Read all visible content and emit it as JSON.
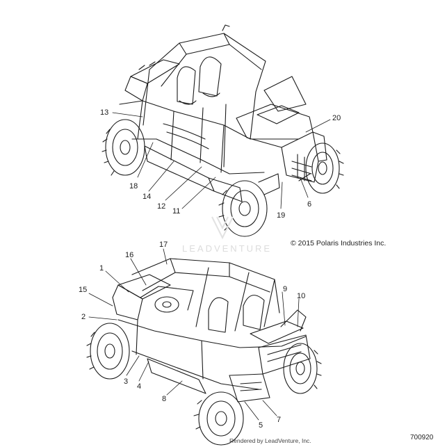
{
  "callouts_top": [
    {
      "id": "13",
      "label": "13"
    },
    {
      "id": "20",
      "label": "20"
    },
    {
      "id": "18",
      "label": "18"
    },
    {
      "id": "14",
      "label": "14"
    },
    {
      "id": "12",
      "label": "12"
    },
    {
      "id": "11",
      "label": "11"
    },
    {
      "id": "19",
      "label": "19"
    },
    {
      "id": "6",
      "label": "6"
    }
  ],
  "callouts_bottom": [
    {
      "id": "17",
      "label": "17"
    },
    {
      "id": "16",
      "label": "16"
    },
    {
      "id": "1",
      "label": "1"
    },
    {
      "id": "15",
      "label": "15"
    },
    {
      "id": "2",
      "label": "2"
    },
    {
      "id": "9",
      "label": "9"
    },
    {
      "id": "10",
      "label": "10"
    },
    {
      "id": "3",
      "label": "3"
    },
    {
      "id": "4",
      "label": "4"
    },
    {
      "id": "8",
      "label": "8"
    },
    {
      "id": "5",
      "label": "5"
    },
    {
      "id": "7",
      "label": "7"
    }
  ],
  "copyright": "© 2015 Polaris Industries Inc.",
  "watermark": "LEADVENTURE",
  "document_number": "700920",
  "rendered_by": "Rendered by LeadVenture, Inc.",
  "colors": {
    "ink": "#1a1a1a",
    "watermark": "#dcdcdc",
    "background": "#ffffff"
  }
}
